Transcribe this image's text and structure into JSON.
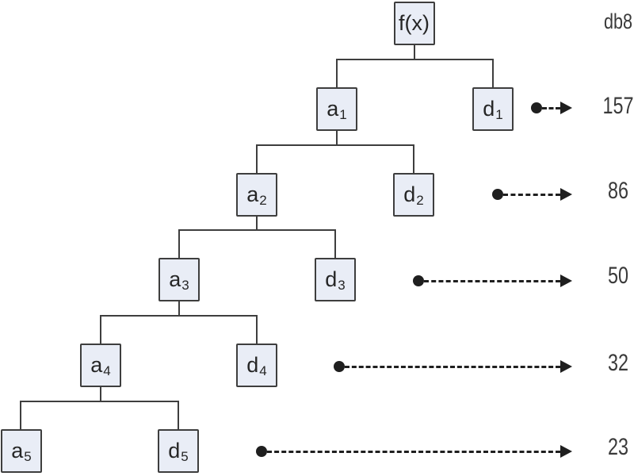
{
  "diagram": {
    "type_label": "wavelet-decomposition-tree",
    "wavelet_label": "db8",
    "nodes": {
      "fx": {
        "base": "f(x)",
        "sub": ""
      },
      "a1": {
        "base": "a",
        "sub": "1"
      },
      "d1": {
        "base": "d",
        "sub": "1"
      },
      "a2": {
        "base": "a",
        "sub": "2"
      },
      "d2": {
        "base": "d",
        "sub": "2"
      },
      "a3": {
        "base": "a",
        "sub": "3"
      },
      "d3": {
        "base": "d",
        "sub": "3"
      },
      "a4": {
        "base": "a",
        "sub": "4"
      },
      "d4": {
        "base": "d",
        "sub": "4"
      },
      "a5": {
        "base": "a",
        "sub": "5"
      },
      "d5": {
        "base": "d",
        "sub": "5"
      }
    },
    "level_values": [
      "157",
      "86",
      "50",
      "32",
      "23"
    ],
    "colors": {
      "node_fill": "#e9edf6",
      "node_border": "#3e3e3e",
      "line": "#3e3e3e",
      "arrow": "#1f1f1f",
      "text": "#262626",
      "value_text": "#3a3a3a"
    }
  }
}
